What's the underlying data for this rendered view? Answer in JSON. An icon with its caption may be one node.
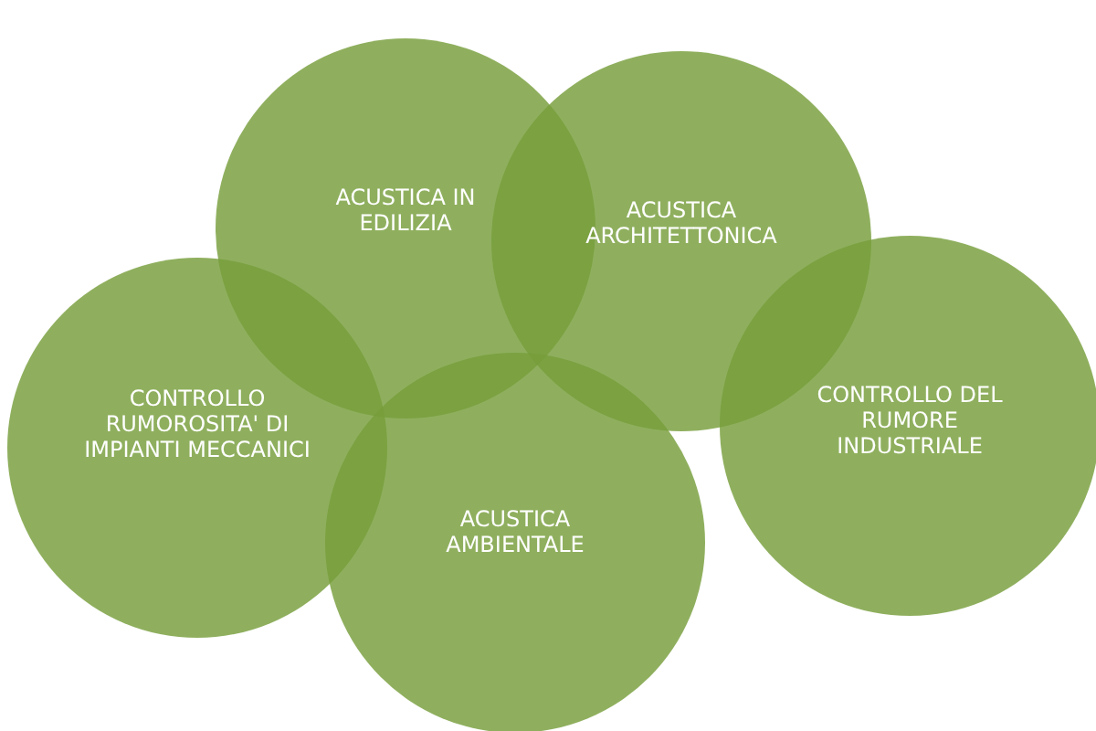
{
  "diagram": {
    "nodes": [
      {
        "text": [
          "ACUSTICA IN EDILIZIA"
        ]
      },
      {
        "text": [
          "ACUSTICA ARCHITETTONICA"
        ]
      },
      {
        "text": [
          "CONTROLLO RUMOROSITA' DI IMPIANTI MECCANICI"
        ]
      },
      {
        "text": [
          "CONTROLLO DEL RUMORE INDUSTRIALE"
        ]
      },
      {
        "text": [
          "ACUSTICA AMBIENTALE"
        ]
      }
    ],
    "edges": []
  }
}
